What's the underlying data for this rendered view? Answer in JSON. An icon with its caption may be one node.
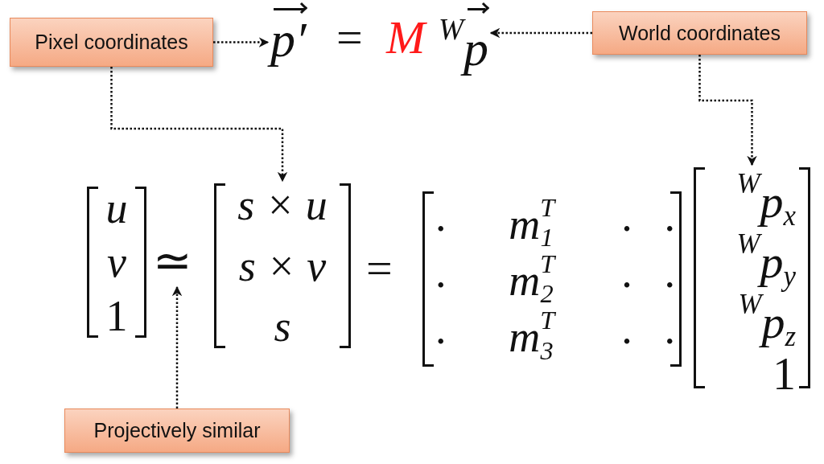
{
  "diagram": {
    "nodes": [
      {
        "text": [
          "Pixel coordinates"
        ]
      },
      {
        "text": [
          "World coordinates"
        ]
      },
      {
        "text": [
          "Projectively similar"
        ]
      },
      {
        "text": [
          "p′"
        ]
      },
      {
        "text": [
          "$^{W}$p"
        ]
      },
      {
        "text": [
          "s × u",
          "s × v",
          "s"
        ]
      },
      {
        "text": [
          "≃"
        ]
      },
      {
        "text": [
          "$^{W}$p$_{x}$",
          "$^{W}$p$_{y}$",
          "$^{W}$p$_{z}$",
          "1"
        ]
      }
    ],
    "edges": [
      {
        "from": 0,
        "to": 3,
        "arrow": "to"
      },
      {
        "from": 1,
        "to": 4,
        "arrow": "to"
      },
      {
        "from": 0,
        "to": 5,
        "arrow": "to"
      },
      {
        "from": 1,
        "to": 7,
        "arrow": "to"
      },
      {
        "from": 2,
        "to": 6,
        "arrow": "to"
      }
    ],
    "labels": [
      "=",
      "M",
      "u",
      "v",
      "1",
      "=",
      ".",
      "m$^{T}$$_{1}$",
      ".",
      ".",
      ".",
      "m$^{T}$$_{2}$",
      ".",
      ".",
      ".",
      "m$^{T}$$_{3}$",
      ".",
      "."
    ]
  }
}
